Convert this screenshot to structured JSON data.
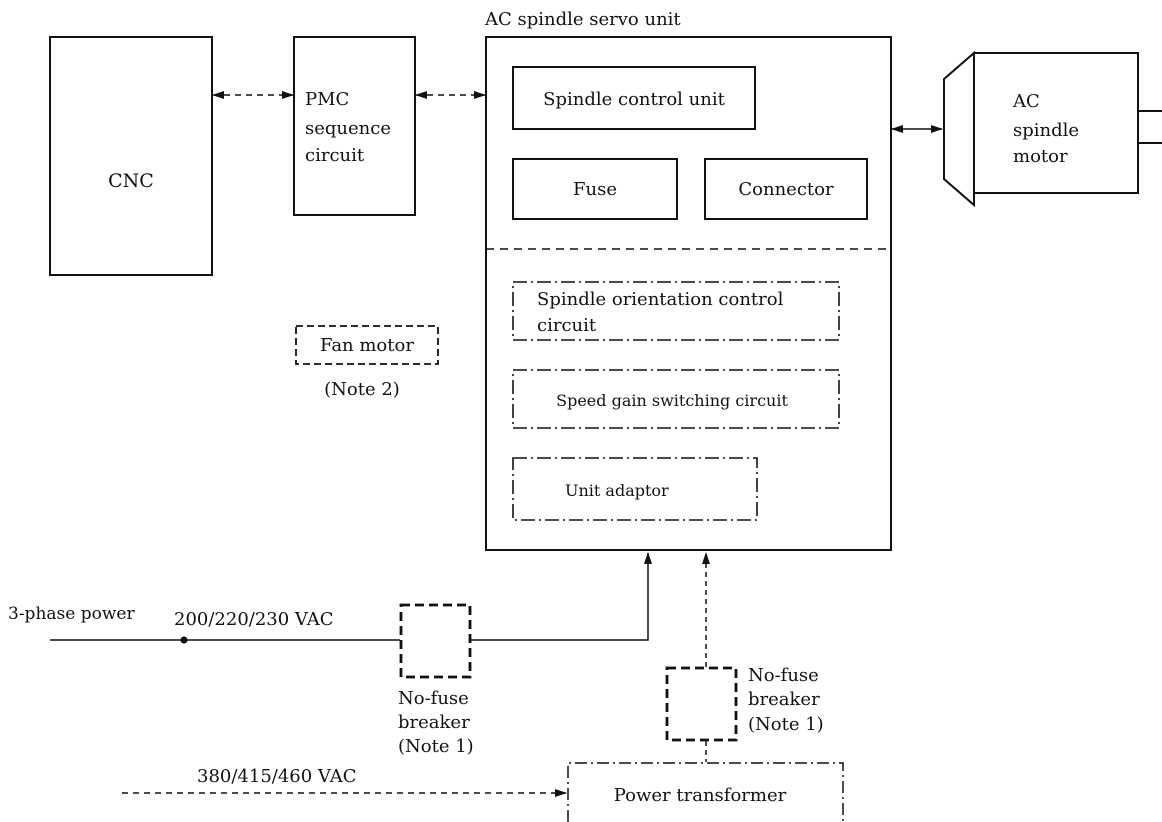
{
  "labels": {
    "cnc": "CNC",
    "pmc_line1": "PMC",
    "pmc_line2": "sequence",
    "pmc_line3": "circuit",
    "servo_unit_title": "AC spindle servo unit",
    "spindle_control_unit": "Spindle control unit",
    "fuse": "Fuse",
    "connector": "Connector",
    "orientation_line1": "Spindle orientation control",
    "orientation_line2": "circuit",
    "speed_gain": "Speed gain switching circuit",
    "unit_adaptor": "Unit adaptor",
    "fan_motor": "Fan motor",
    "note2": "(Note 2)",
    "motor_line1": "AC",
    "motor_line2": "spindle",
    "motor_line3": "motor",
    "three_phase": "3-phase power",
    "vac_200": "200/220/230 VAC",
    "breaker1_line1": "No-fuse",
    "breaker1_line2": "breaker",
    "breaker1_line3": "(Note 1)",
    "breaker2_line1": "No-fuse",
    "breaker2_line2": "breaker",
    "breaker2_line3": "(Note 1)",
    "vac_380": "380/415/460 VAC",
    "power_transformer": "Power transformer"
  }
}
